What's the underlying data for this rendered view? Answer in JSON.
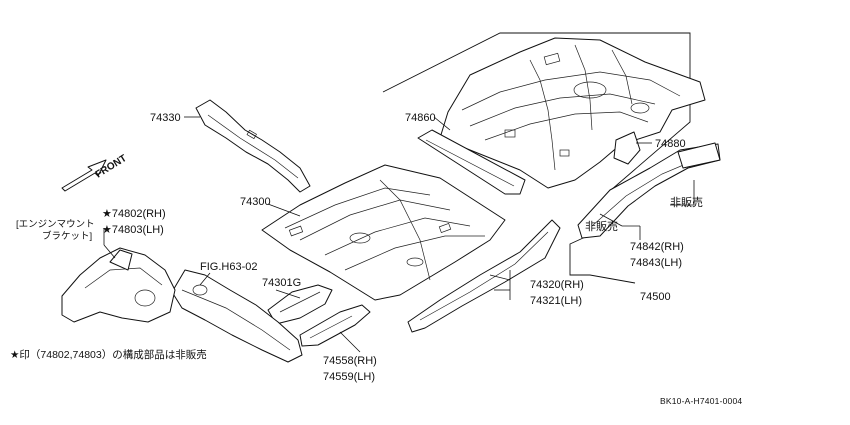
{
  "front_label": "FRONT",
  "labels": {
    "p74330": "74330",
    "p74860": "74860",
    "p74880": "74880",
    "p74300": "74300",
    "hanbai_1": "非販売",
    "hanbai_2": "非販売",
    "p74842": "74842(RH)",
    "p74843": "74843(LH)",
    "p74500": "74500",
    "engine_mount_1": "[エンジンマウント",
    "engine_mount_2": "ブラケット]",
    "p74802": "★74802(RH)",
    "p74803": "★74803(LH)",
    "fig": "FIG.H63-02",
    "p74301G": "74301G",
    "p74320": "74320(RH)",
    "p74321": "74321(LH)",
    "p74558": "74558(RH)",
    "p74559": "74559(LH)"
  },
  "note": "★印（74802,74803）の構成部品は非販売",
  "diagram_code": "BK10-A-H7401-0004"
}
